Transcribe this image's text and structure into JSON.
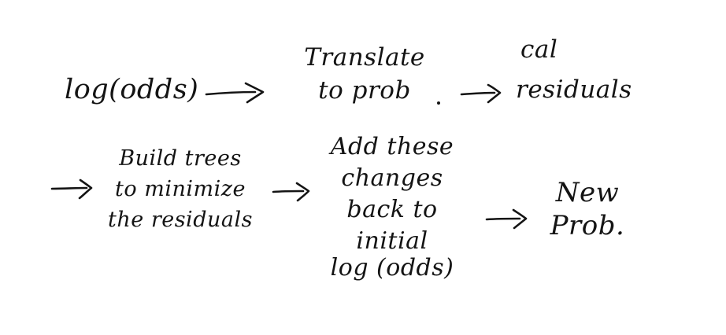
{
  "diagram": {
    "ink_color": "#141414",
    "background": "#ffffff",
    "row1": {
      "log_odds": "log(odds)",
      "translate": [
        "Translate",
        "to prob"
      ],
      "calc_residuals": [
        "cal",
        "residuals"
      ]
    },
    "row2": {
      "build_trees": [
        "Build trees",
        "to minimize",
        "the residuals"
      ],
      "add_changes": [
        "Add these",
        "changes",
        "back to",
        "initial",
        "log (odds)"
      ],
      "new_prob": [
        "New",
        "Prob."
      ]
    }
  }
}
